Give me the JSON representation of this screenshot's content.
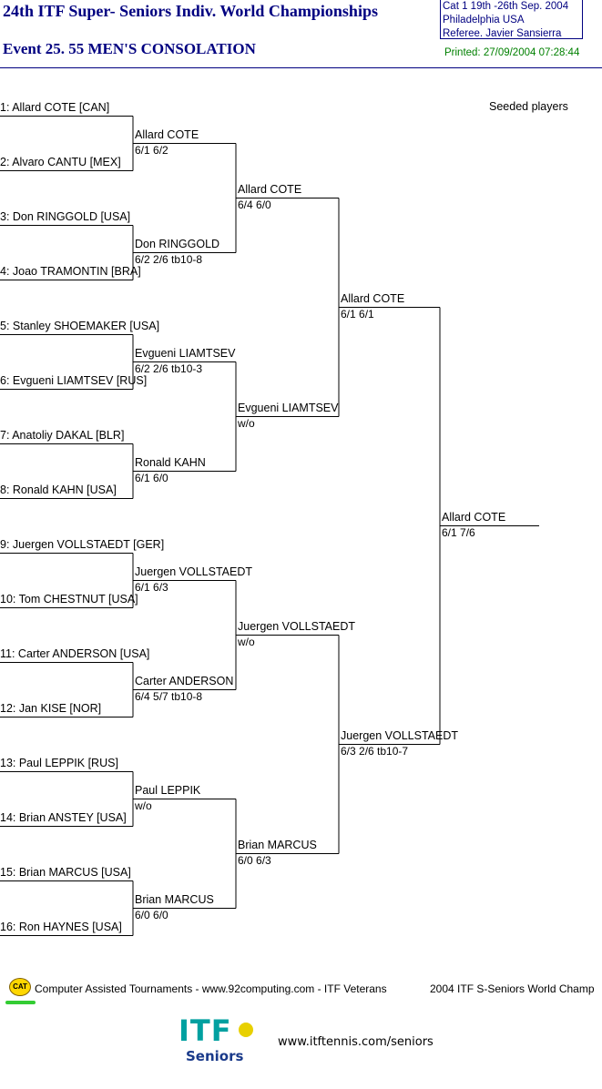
{
  "header": {
    "title": "24th ITF Super- Seniors Indiv. World Championships",
    "event": "Event 25. 55 MEN'S CONSOLATION",
    "info": {
      "line1": "Cat 1   19th -26th Sep. 2004",
      "line2": "Philadelphia   USA",
      "line3": "Referee.  Javier Sansierra"
    },
    "printed": "Printed: 27/09/2004 07:28:44"
  },
  "seeded_label": "Seeded players",
  "draw": {
    "r1": [
      "1: Allard COTE [CAN]",
      "2: Alvaro CANTU [MEX]",
      "3: Don RINGGOLD [USA]",
      "4: Joao TRAMONTIN [BRA]",
      "5: Stanley SHOEMAKER [USA]",
      "6: Evgueni LIAMTSEV [RUS]",
      "7: Anatoliy DAKAL [BLR]",
      "8: Ronald KAHN [USA]",
      "9: Juergen VOLLSTAEDT [GER]",
      "10: Tom CHESTNUT [USA]",
      "11: Carter ANDERSON [USA]",
      "12: Jan KISE [NOR]",
      "13: Paul LEPPIK [RUS]",
      "14: Brian ANSTEY [USA]",
      "15: Brian MARCUS [USA]",
      "16: Ron HAYNES [USA]"
    ],
    "r2": [
      {
        "name": "Allard COTE",
        "score": "6/1 6/2"
      },
      {
        "name": "Don RINGGOLD",
        "score": "6/2 2/6 tb10-8"
      },
      {
        "name": "Evgueni LIAMTSEV",
        "score": "6/2 2/6 tb10-3"
      },
      {
        "name": "Ronald KAHN",
        "score": "6/1 6/0"
      },
      {
        "name": "Juergen VOLLSTAEDT",
        "score": "6/1 6/3"
      },
      {
        "name": "Carter ANDERSON",
        "score": "6/4 5/7 tb10-8"
      },
      {
        "name": "Paul LEPPIK",
        "score": "w/o"
      },
      {
        "name": "Brian MARCUS",
        "score": "6/0 6/0"
      }
    ],
    "r3": [
      {
        "name": "Allard COTE",
        "score": "6/4 6/0"
      },
      {
        "name": "Evgueni LIAMTSEV",
        "score": "w/o"
      },
      {
        "name": "Juergen VOLLSTAEDT",
        "score": "w/o"
      },
      {
        "name": "Brian MARCUS",
        "score": "6/0 6/3"
      }
    ],
    "r4": [
      {
        "name": "Allard COTE",
        "score": "6/1 6/1"
      },
      {
        "name": "Juergen VOLLSTAEDT",
        "score": "6/3 2/6 tb10-7"
      }
    ],
    "final": {
      "name": "Allard COTE",
      "score": "6/1 7/6"
    }
  },
  "footer": {
    "cat_icon": "CAT",
    "software": "Computer Assisted Tournaments - www.92computing.com -  ITF Veterans",
    "event_short": "2004 ITF S-Seniors World Champ",
    "logo_text": "ITF",
    "logo_sub": "Seniors",
    "url": "www.itftennis.com/seniors"
  }
}
